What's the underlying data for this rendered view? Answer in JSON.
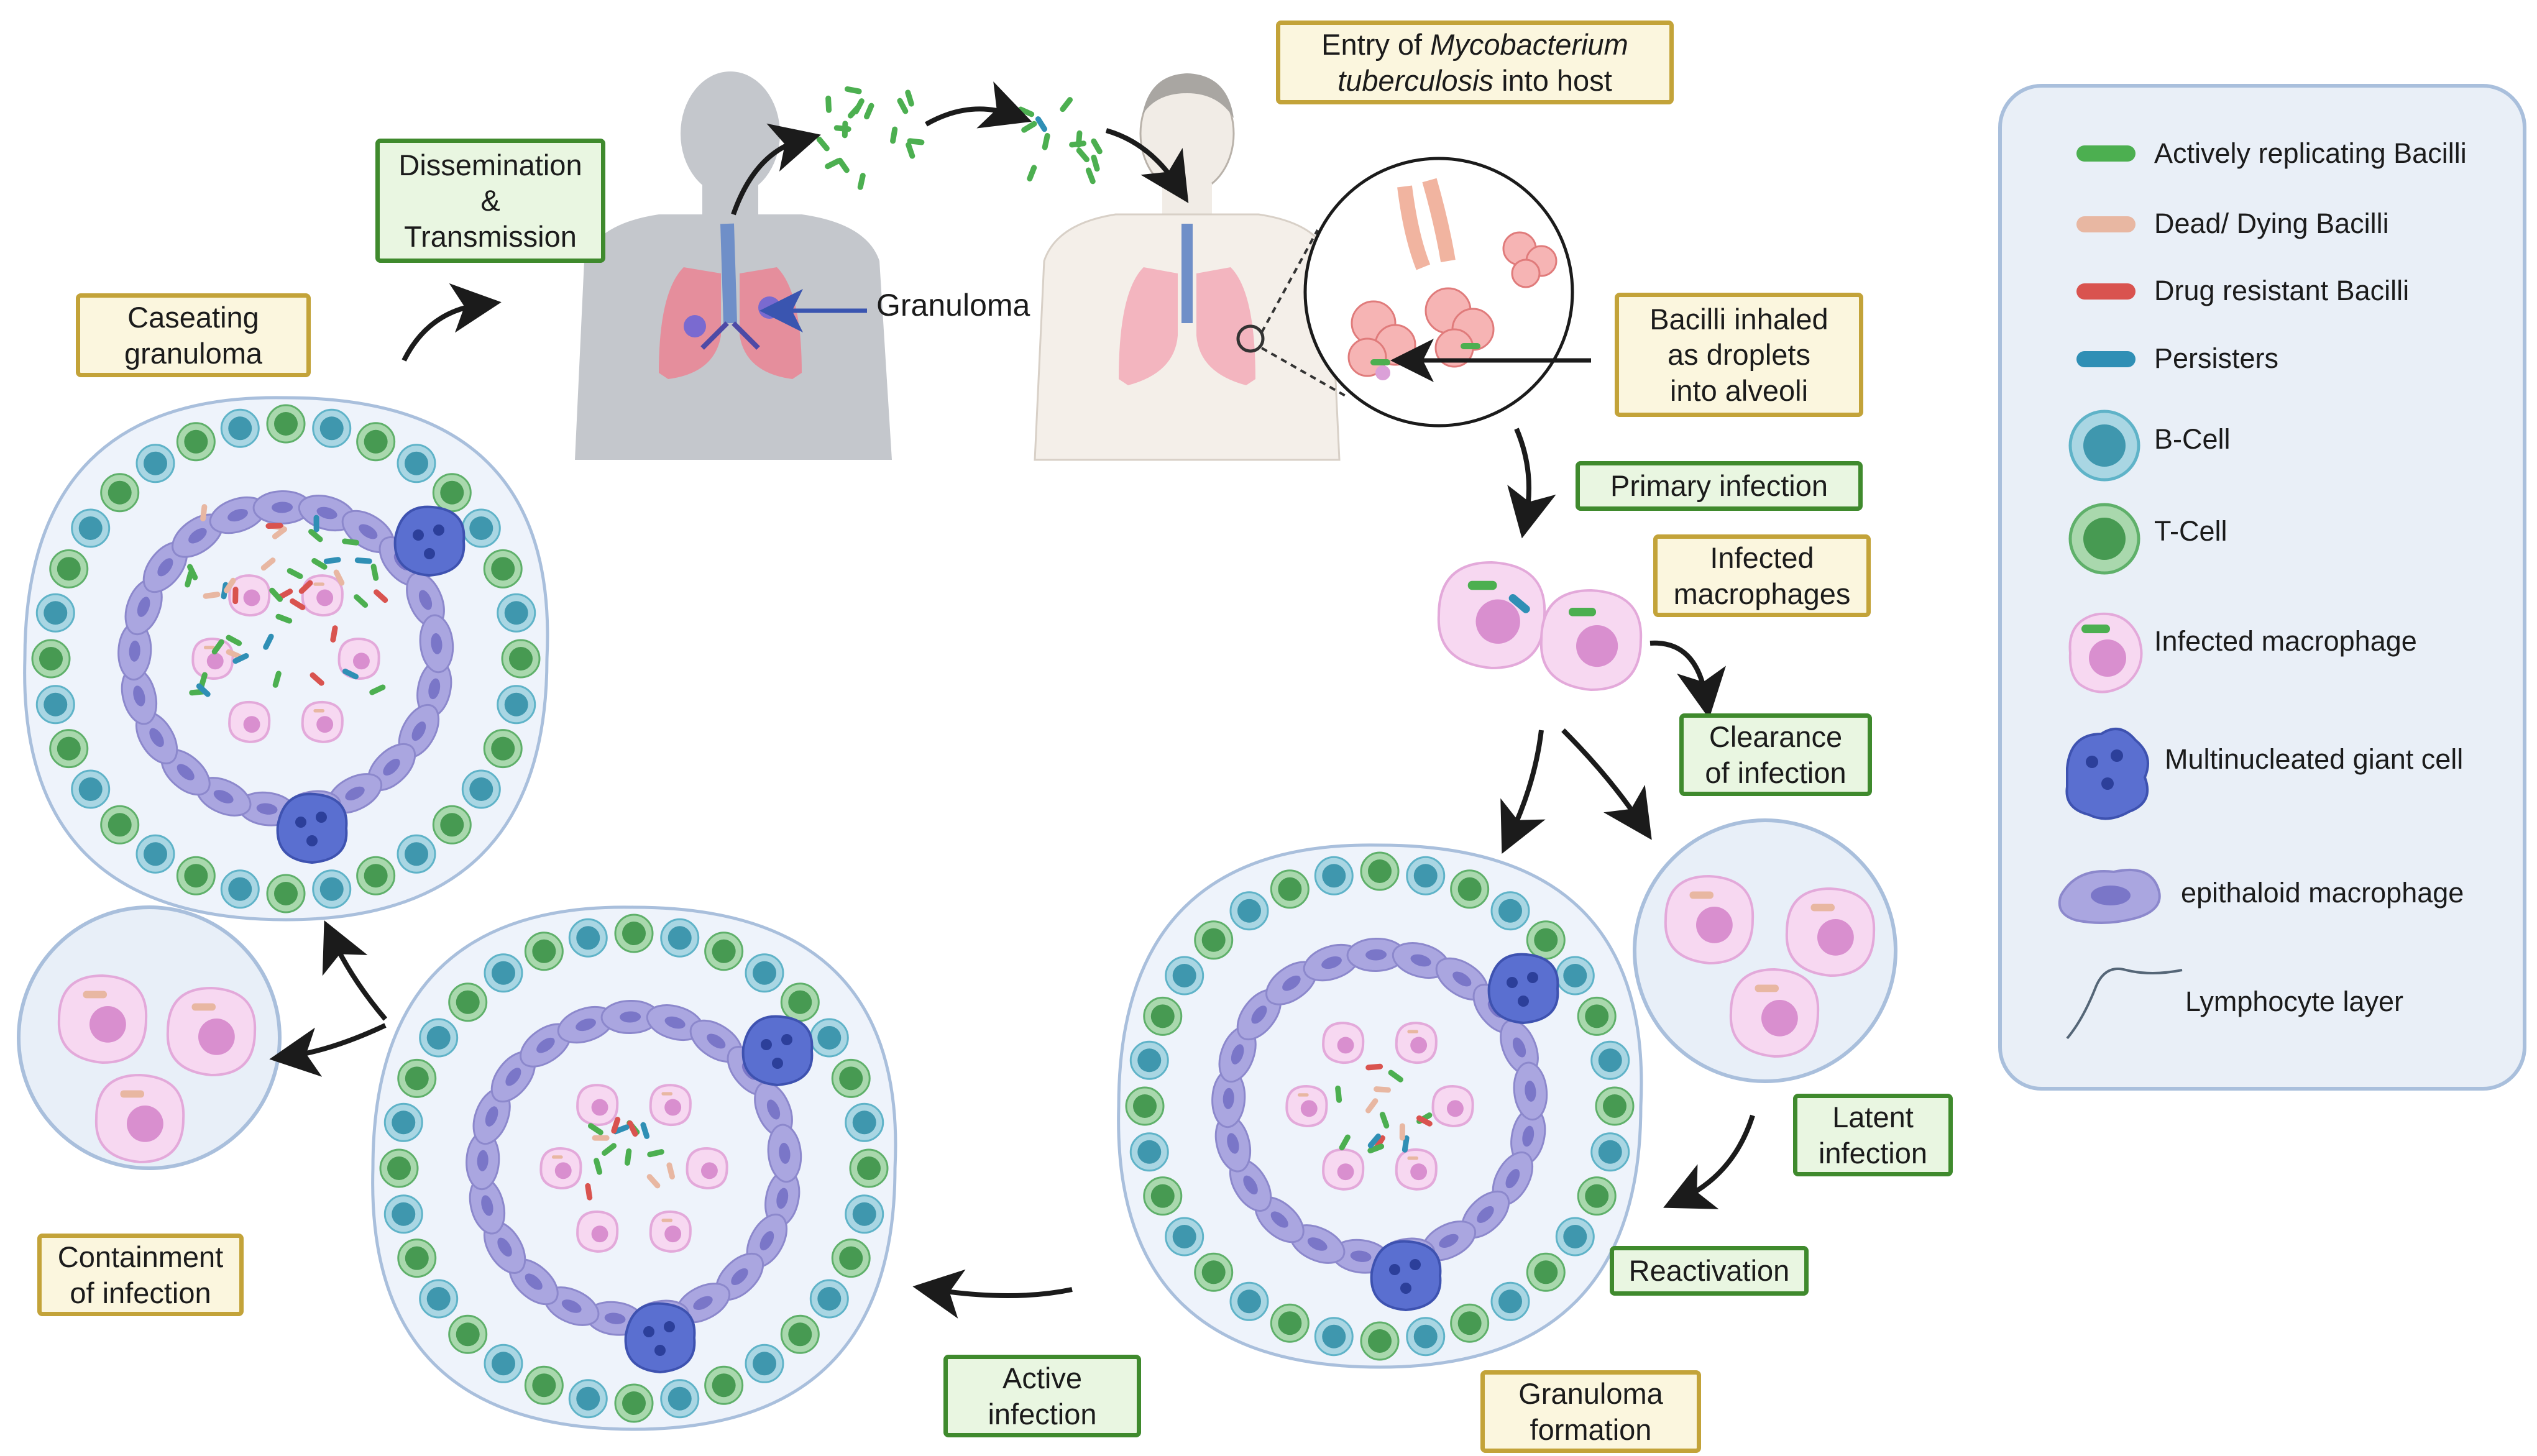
{
  "labels": {
    "entry_line1": "Entry of ",
    "entry_italic": "Mycobacterium",
    "entry_line2_italic": "tuberculosis",
    "entry_line2_rest": " into host",
    "dissemination": "Dissemination\n&\nTransmission",
    "granuloma": "Granuloma",
    "caseating": "Caseating\ngranuloma",
    "inhaled": "Bacilli inhaled\nas droplets\ninto alveoli",
    "primary": "Primary infection",
    "infected_macrophages": "Infected\nmacrophages",
    "clearance": "Clearance\nof infection",
    "latent": "Latent\ninfection",
    "reactivation": "Reactivation",
    "granuloma_formation": "Granuloma\nformation",
    "active": "Active\ninfection",
    "containment": "Containment\nof infection"
  },
  "legend": {
    "items": [
      {
        "label": "Actively replicating Bacilli",
        "icon": "green-bacillus-icon",
        "color": "#4caf50"
      },
      {
        "label": "Dead/ Dying Bacilli",
        "icon": "dead-bacillus-icon",
        "color": "#e8b7a2"
      },
      {
        "label": "Drug resistant Bacilli",
        "icon": "red-bacillus-icon",
        "color": "#d9534f"
      },
      {
        "label": "Persisters",
        "icon": "blue-bacillus-icon",
        "color": "#2f8fb5"
      },
      {
        "label": "B-Cell",
        "icon": "b-cell-icon",
        "color": "#5fb3c8"
      },
      {
        "label": "T-Cell",
        "icon": "t-cell-icon",
        "color": "#5fb06a"
      },
      {
        "label": "Infected macrophage",
        "icon": "infected-macrophage-icon",
        "color": "#f2c6e8"
      },
      {
        "label": "Multinucleated giant cell",
        "icon": "giant-cell-icon",
        "color": "#5a6fd0"
      },
      {
        "label": "epithaloid macrophage",
        "icon": "epithelioid-macrophage-icon",
        "color": "#9c9ad8"
      },
      {
        "label": "Lymphocyte layer",
        "icon": "lymphocyte-layer-icon",
        "color": "#556677"
      }
    ]
  },
  "colors": {
    "yellow_box_fill": "#fbf6de",
    "yellow_box_border": "#c3a339",
    "green_box_fill": "#e9f6e1",
    "green_box_border": "#3f8a2d",
    "granuloma_fill": "#eef3fb",
    "arrow": "#1b1b1b"
  }
}
